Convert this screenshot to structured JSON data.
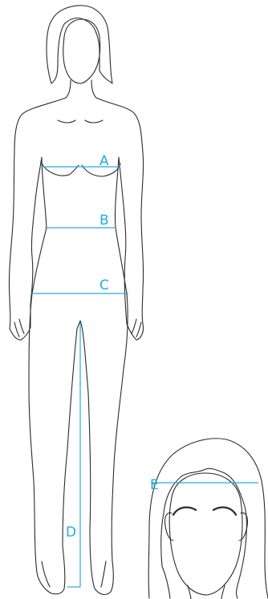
{
  "measure_color": "#22aee0",
  "outline_color": "#2b2b2b",
  "measurements": {
    "a": "A",
    "b": "B",
    "c": "C",
    "d": "D",
    "e": "E"
  }
}
